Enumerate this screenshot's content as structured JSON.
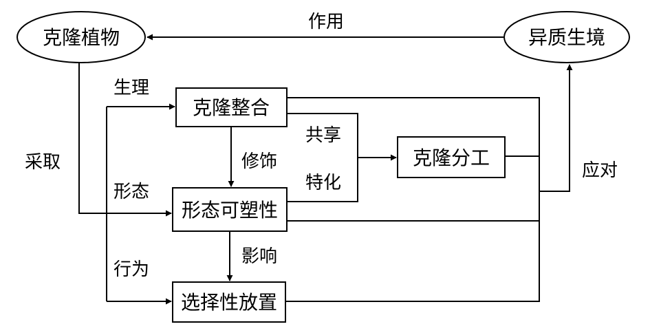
{
  "nodes": {
    "clonal_plant": "克隆植物",
    "heterogeneous_habitat": "异质生境",
    "clonal_integration": "克隆整合",
    "morphological_plasticity": "形态可塑性",
    "selective_placement": "选择性放置",
    "clonal_division_of_labor": "克隆分工"
  },
  "labels": {
    "action": "作用",
    "adopt": "采取",
    "physiology": "生理",
    "morphology": "形态",
    "behavior": "行为",
    "modification": "修饰",
    "influence": "影响",
    "sharing": "共享",
    "specialization": "特化",
    "response": "应对"
  }
}
